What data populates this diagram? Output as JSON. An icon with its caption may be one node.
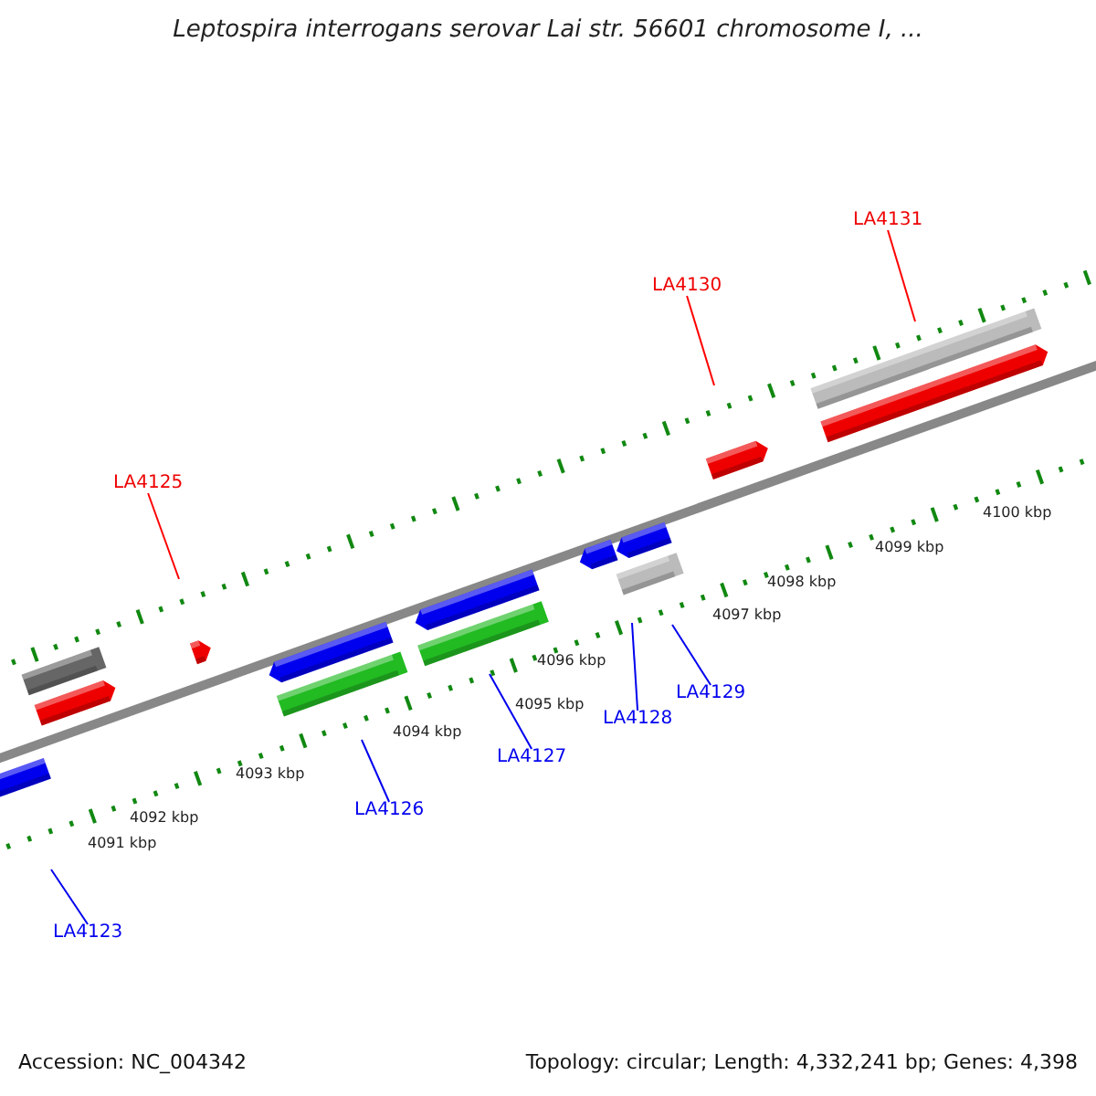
{
  "diagram": {
    "title": "Leptospira interrogans serovar Lai str. 56601 chromosome I, ...",
    "nodes": [
      {
        "text": [
          "LA4123"
        ]
      },
      {
        "text": [
          "LA4125"
        ]
      },
      {
        "text": [
          "LA4126"
        ]
      },
      {
        "text": [
          "LA4127"
        ]
      },
      {
        "text": [
          "LA4128"
        ]
      },
      {
        "text": [
          "LA4129"
        ]
      },
      {
        "text": [
          "LA4130"
        ]
      },
      {
        "text": [
          "LA4131"
        ]
      }
    ],
    "edges": [
      {
        "from": 0,
        "to": null,
        "arrow": "none"
      },
      {
        "from": 1,
        "to": null,
        "arrow": "none",
        "color": "#ff0000"
      },
      {
        "from": 2,
        "to": null,
        "arrow": "none"
      },
      {
        "from": 3,
        "to": null,
        "arrow": "none"
      },
      {
        "from": 4,
        "to": null,
        "arrow": "none"
      },
      {
        "from": 5,
        "to": null,
        "arrow": "none"
      },
      {
        "from": 6,
        "to": null,
        "arrow": "none",
        "color": "#ff0000"
      },
      {
        "from": 7,
        "to": null,
        "arrow": "none",
        "color": "#ff0000"
      }
    ],
    "labels": [
      "4091 kbp",
      "4092 kbp",
      "4093 kbp",
      "4094 kbp",
      "4095 kbp",
      "4096 kbp",
      "4097 kbp",
      "4098 kbp",
      "4099 kbp",
      "4100 kbp",
      "Accession: NC_004342",
      "Topology: circular; Length: 4,332,241 bp; Genes: 4,398"
    ]
  }
}
